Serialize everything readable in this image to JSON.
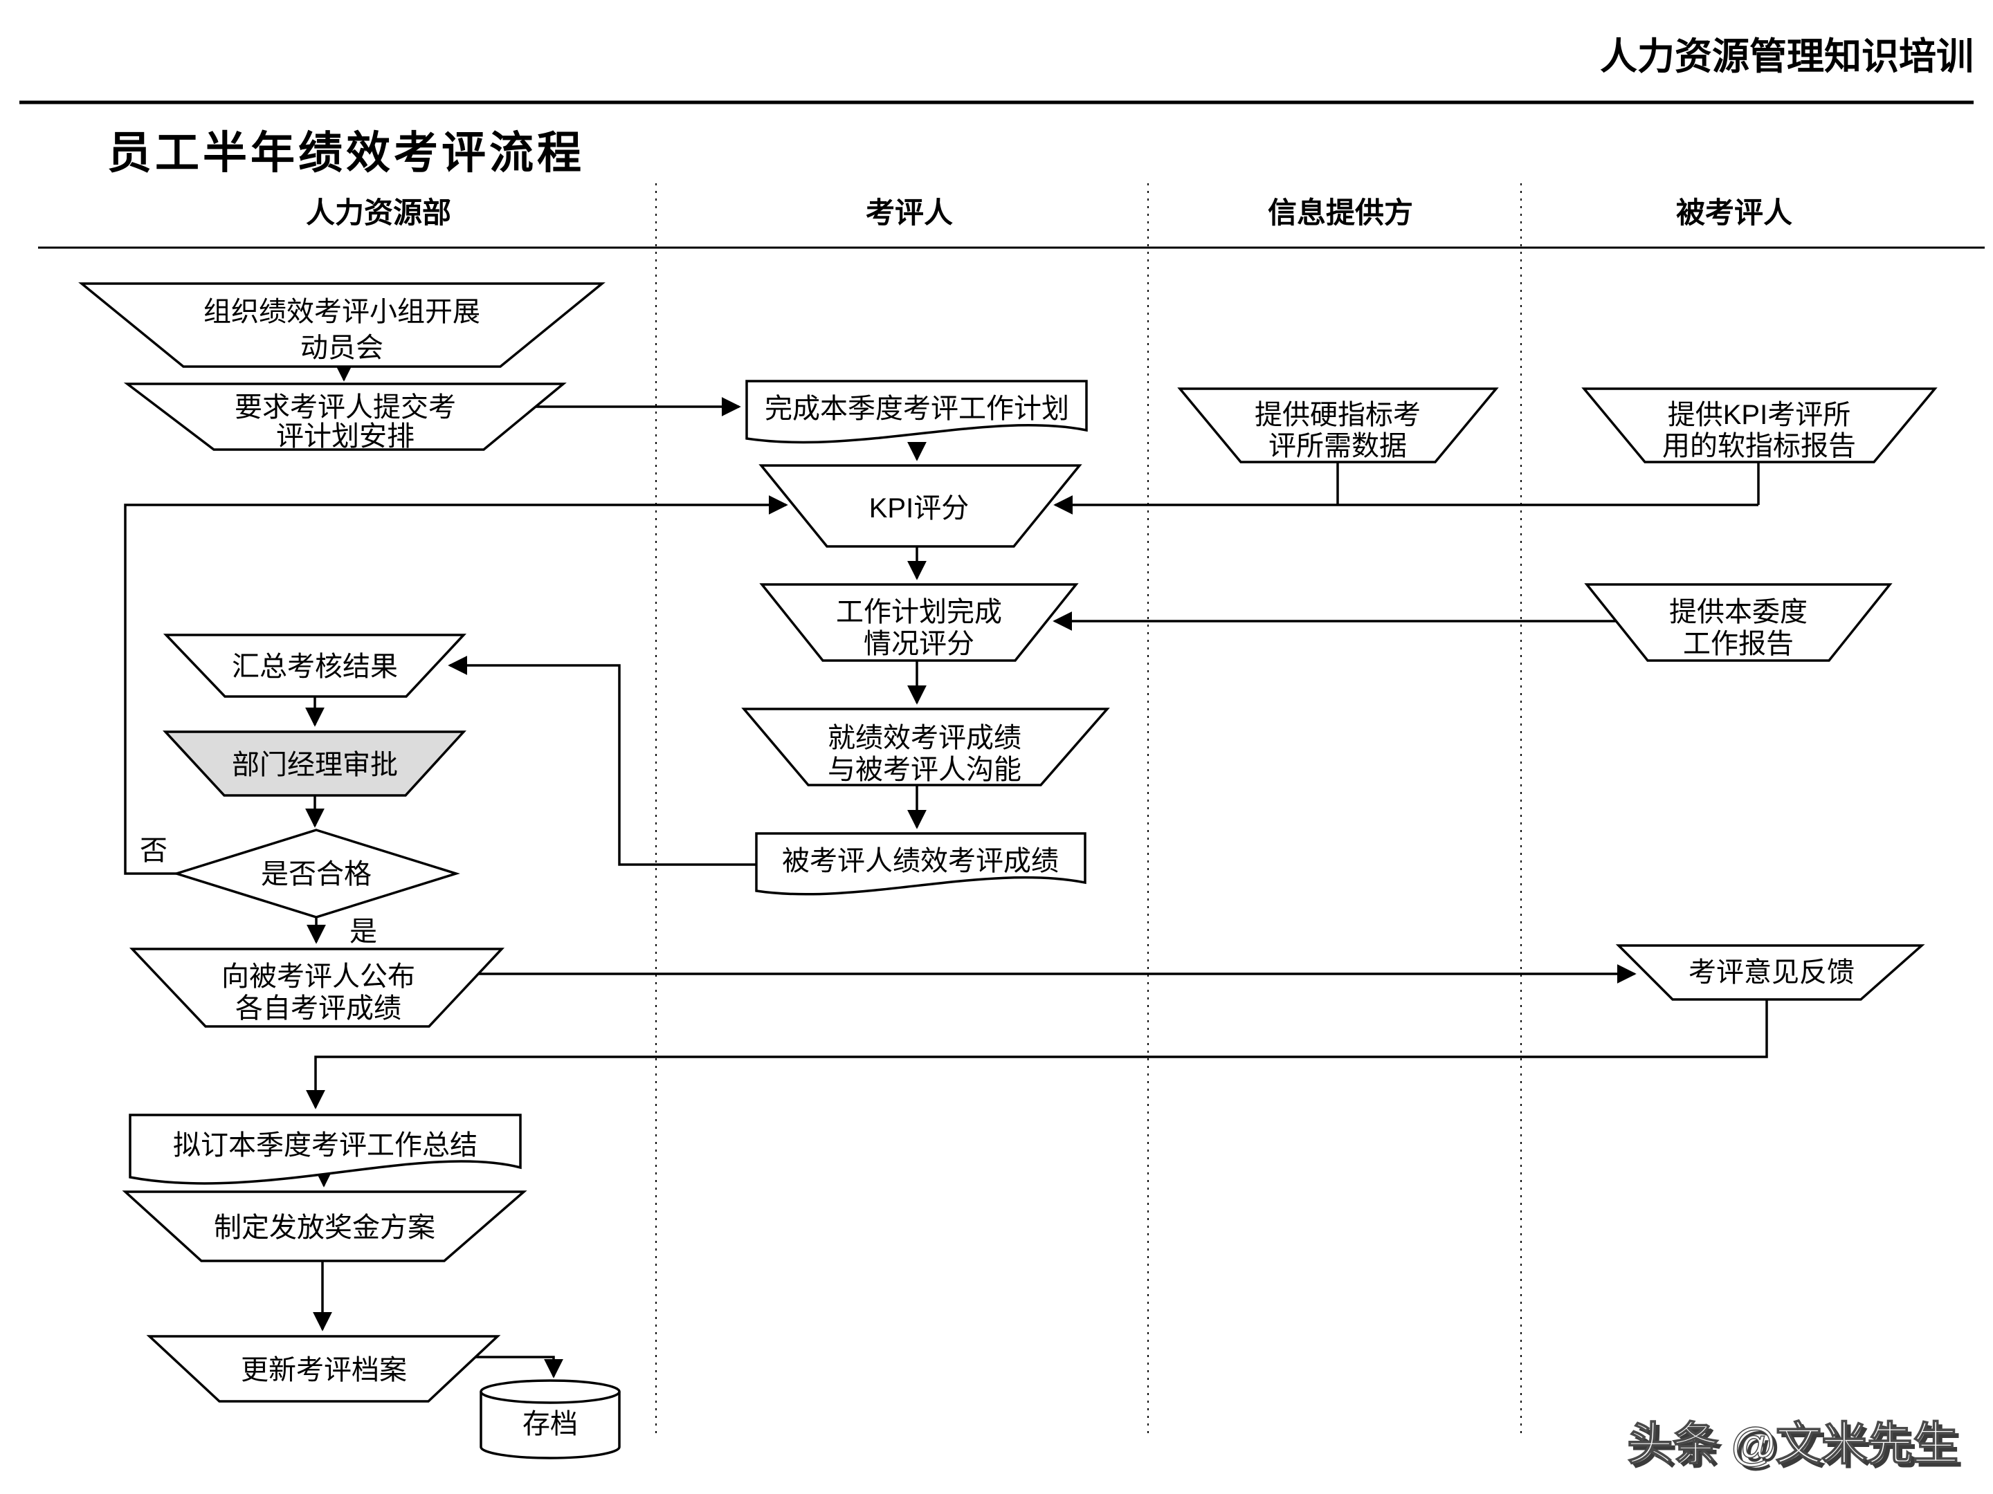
{
  "header": {
    "right_title": "人力资源管理知识培训"
  },
  "title": "员工半年绩效考评流程",
  "columns": [
    {
      "label": "人力资源部"
    },
    {
      "label": "考评人"
    },
    {
      "label": "信息提供方"
    },
    {
      "label": "被考评人"
    }
  ],
  "nodes": {
    "mobilization": {
      "line1": "组织绩效考评小组开展",
      "line2": "动员会"
    },
    "request_plan": {
      "line1": "要求考评人提交考",
      "line2": "评计划安排"
    },
    "complete_plan": {
      "line1": "完成本季度考评工作计划"
    },
    "kpi_scoring": {
      "line1": "KPI评分"
    },
    "plan_scoring": {
      "line1": "工作计划完成",
      "line2": "情况评分"
    },
    "communicate": {
      "line1": "就绩效考评成绩",
      "line2": "与被考评人沟能"
    },
    "result_doc": {
      "line1": "被考评人绩效考评成绩"
    },
    "hard_data": {
      "line1": "提供硬指标考",
      "line2": "评所需数据"
    },
    "kpi_report": {
      "line1": "提供KPI考评所",
      "line2": "用的软指标报告"
    },
    "work_report": {
      "line1": "提供本委度",
      "line2": "工作报告"
    },
    "summarize": {
      "line1": "汇总考核结果"
    },
    "manager_approve": {
      "line1": "部门经理审批"
    },
    "qualified": {
      "line1": "是否合格"
    },
    "publish": {
      "line1": "向被考评人公布",
      "line2": "各自考评成绩"
    },
    "feedback": {
      "line1": "考评意见反馈"
    },
    "summary_doc": {
      "line1": "拟订本季度考评工作总结"
    },
    "bonus_plan": {
      "line1": "制定发放奖金方案"
    },
    "update_archive": {
      "line1": "更新考评档案"
    },
    "archive": {
      "line1": "存档"
    }
  },
  "branch_labels": {
    "no": "否",
    "yes": "是"
  },
  "watermark": "头条 @文米先生",
  "colors": {
    "stroke": "#000000",
    "approval_fill": "#dcdcdc",
    "background": "#ffffff"
  }
}
